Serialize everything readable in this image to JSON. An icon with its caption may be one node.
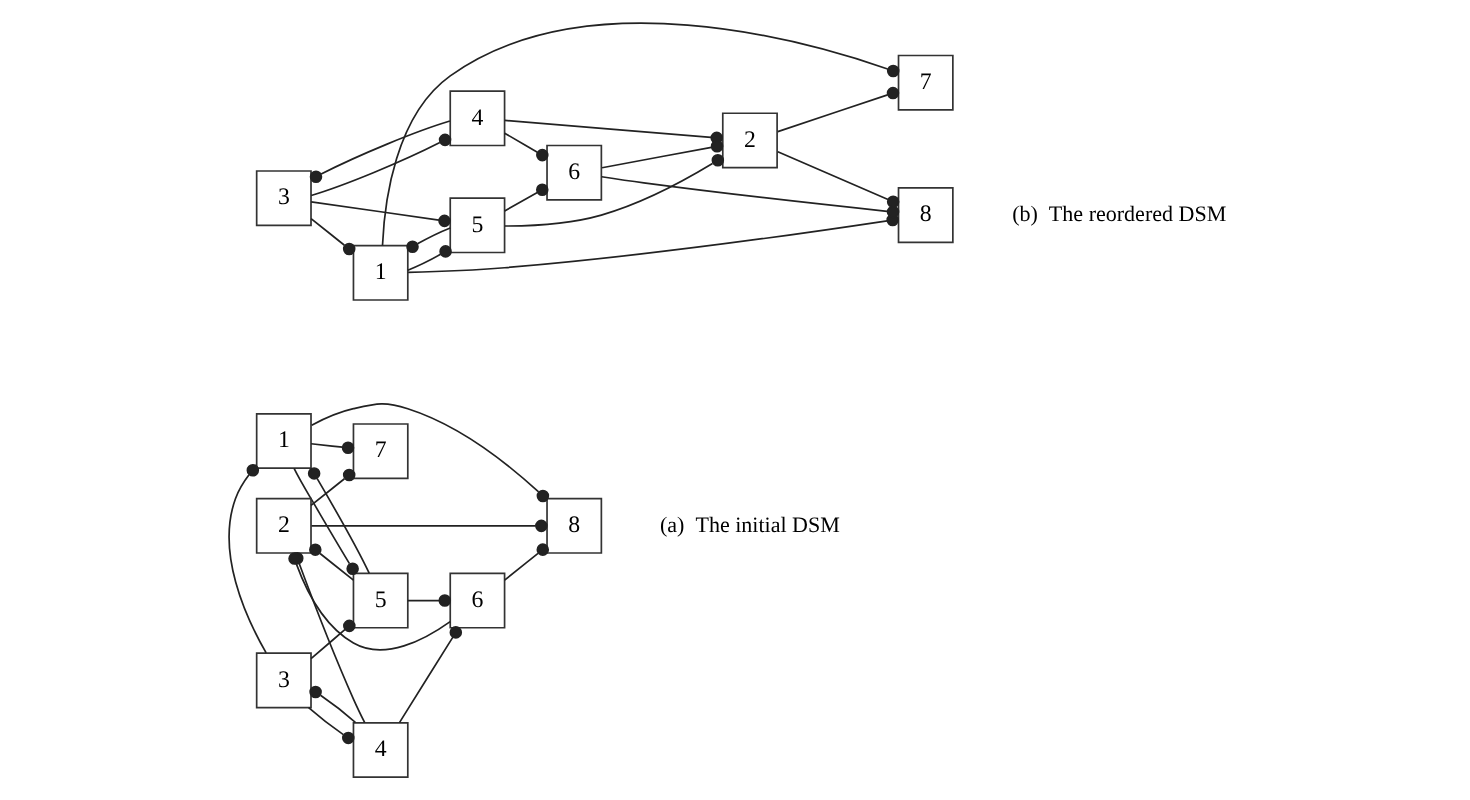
{
  "diagram": {
    "nodes": [
      {
        "text": [
          "1"
        ]
      },
      {
        "text": [
          "2"
        ]
      },
      {
        "text": [
          "3"
        ]
      },
      {
        "text": [
          "4"
        ]
      },
      {
        "text": [
          "5"
        ]
      },
      {
        "text": [
          "6"
        ]
      },
      {
        "text": [
          "7"
        ]
      },
      {
        "text": [
          "8"
        ]
      },
      {
        "text": [
          "3"
        ]
      },
      {
        "text": [
          "4"
        ]
      },
      {
        "text": [
          "1"
        ]
      },
      {
        "text": [
          "5"
        ]
      },
      {
        "text": [
          "6"
        ]
      },
      {
        "text": [
          "2"
        ]
      },
      {
        "text": [
          "7"
        ]
      },
      {
        "text": [
          "8"
        ]
      }
    ],
    "edges": [
      {
        "from": 0,
        "to": 4,
        "arrow": "other"
      },
      {
        "from": 0,
        "to": 6,
        "arrow": "other"
      },
      {
        "from": 0,
        "to": 7,
        "arrow": "other"
      },
      {
        "from": 1,
        "to": 6,
        "arrow": "other"
      },
      {
        "from": 1,
        "to": 7,
        "arrow": "other"
      },
      {
        "from": 2,
        "to": 0,
        "arrow": "other"
      },
      {
        "from": 2,
        "to": 3,
        "arrow": "other"
      },
      {
        "from": 2,
        "to": 4,
        "arrow": "other"
      },
      {
        "from": 3,
        "to": 1,
        "arrow": "other"
      },
      {
        "from": 3,
        "to": 2,
        "arrow": "other"
      },
      {
        "from": 3,
        "to": 5,
        "arrow": "other"
      },
      {
        "from": 4,
        "to": 0,
        "arrow": "other"
      },
      {
        "from": 4,
        "to": 1,
        "arrow": "other"
      },
      {
        "from": 4,
        "to": 5,
        "arrow": "other"
      },
      {
        "from": 5,
        "to": 1,
        "arrow": "other"
      },
      {
        "from": 5,
        "to": 7,
        "arrow": "other"
      },
      {
        "from": 8,
        "to": 9,
        "arrow": "other"
      },
      {
        "from": 8,
        "to": 10,
        "arrow": "other"
      },
      {
        "from": 8,
        "to": 11,
        "arrow": "other"
      },
      {
        "from": 9,
        "to": 8,
        "arrow": "other"
      },
      {
        "from": 9,
        "to": 12,
        "arrow": "other"
      },
      {
        "from": 9,
        "to": 13,
        "arrow": "other"
      },
      {
        "from": 10,
        "to": 11,
        "arrow": "other"
      },
      {
        "from": 10,
        "to": 14,
        "arrow": "other"
      },
      {
        "from": 10,
        "to": 15,
        "arrow": "other"
      },
      {
        "from": 11,
        "to": 10,
        "arrow": "other"
      },
      {
        "from": 11,
        "to": 12,
        "arrow": "other"
      },
      {
        "from": 11,
        "to": 13,
        "arrow": "other"
      },
      {
        "from": 12,
        "to": 13,
        "arrow": "other"
      },
      {
        "from": 12,
        "to": 15,
        "arrow": "other"
      },
      {
        "from": 13,
        "to": 14,
        "arrow": "other"
      },
      {
        "from": 13,
        "to": 15,
        "arrow": "other"
      }
    ],
    "labels": [
      "(a)  The initial DSM",
      "(b)  The reordered DSM"
    ]
  }
}
